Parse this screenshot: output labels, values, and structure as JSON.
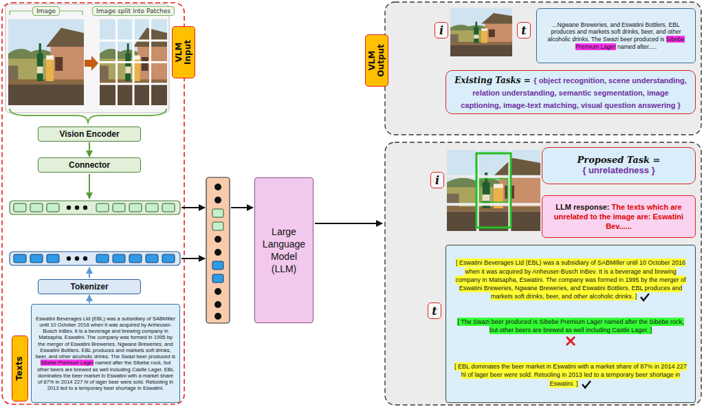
{
  "diagram": {
    "nodes": [
      {
        "text": [
          "Image"
        ]
      },
      {
        "text": [
          "Image split into Patches"
        ]
      },
      {
        "text": [
          "VLM Input"
        ]
      },
      {
        "text": [
          "Vision Encoder"
        ]
      },
      {
        "text": [
          "Connector"
        ]
      },
      {
        "text": [
          "Tokenizer"
        ]
      },
      {
        "text": [
          "Eswatini Beverages Ltd (EBL) was a subsidiary of SABMiller until 10 October 2016 when it was acquired by Anheuser-Busch InBev. It is a beverage and brewing company in Matsapha, Eswatini. The company was formed in 1995 by the merger of Eswatini Breweries, Ngwane Breweries, and Eswatini Bottlers. EBL produces and markets soft drinks, beer, and other alcoholic drinks. The Swazi beer produced is",
          "Sibebe Premium Lager",
          "named after the Sibebe rock, but other beers are brewed as well including Castle Lager. EBL dominates the beer market in Eswatini with a market share of 87% in 2014 227 hl of lager beer were sold. Retooling in 2013 led to a temporary beer shortage in Eswatini."
        ]
      },
      {
        "text": [
          "Texts"
        ]
      },
      {
        "text": [
          "Large Language Model (LLM)"
        ]
      },
      {
        "text": [
          "VLM Output"
        ]
      },
      {
        "text": [
          "i"
        ]
      },
      {
        "text": [
          "t"
        ]
      },
      {
        "text": [
          "...Ngwane Breweries, and Eswatini Bottlers. EBL produces and markets soft drinks, beer, and other alcoholic drinks. The Swazi beer produced is",
          "Sibebe Premium Lager",
          "named after....."
        ]
      },
      {
        "text": [
          "Existing Tasks =",
          "{ object recognition, scene understanding, relation understanding, semantic segmentation, image captioning, image-text matching, visual question answering }"
        ]
      },
      {
        "text": [
          "Proposed Task =",
          "{ unrelatedness }"
        ]
      },
      {
        "text": [
          "i"
        ]
      },
      {
        "text": [
          "LLM response:",
          "The texts which are unrelated to the image are: Eswatini Bev......"
        ]
      },
      {
        "text": [
          "t"
        ]
      },
      {
        "text": [
          "[ Eswatini Beverages Ltd (EBL) was a subsidiary of SABMiller until 10 October 2016 when it was acquired by Anheuser-Busch InBev. It is a beverage and brewing company in Matsapha, Eswatini. The company was formed in 1995 by the merger of Eswatini Breweries, Ngwane Breweries, and Eswatini Bottlers. EBL produces and markets soft drinks, beer, and other alcoholic drinks. ]",
          "[ The Swazi beer produced is Sibebe Premium Lager named after the Sibebe rock, but other beers are brewed as well including Castle Lager. ]",
          "[ EBL dominates the beer market in Eswatini with a market share of 87% in 2014 227 hl of lager beer were sold. Retooling in 2013 led to a temporary beer shortage in Eswatini. ]"
        ]
      }
    ],
    "edges": [
      {
        "from": 3,
        "to": 4,
        "arrow": "to"
      },
      {
        "from": 6,
        "to": 5,
        "arrow": "to"
      }
    ]
  }
}
